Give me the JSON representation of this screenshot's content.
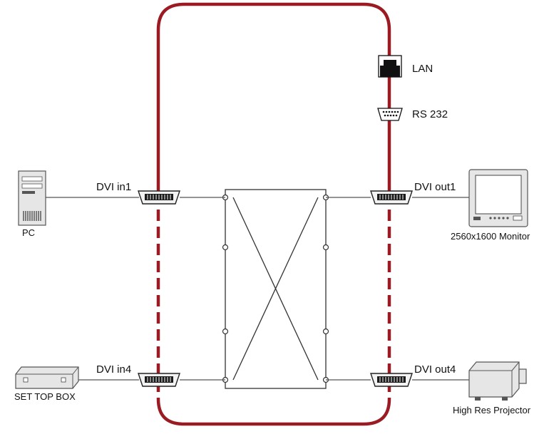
{
  "inputs": {
    "in1": {
      "label": "DVI in1"
    },
    "in4": {
      "label": "DVI in4"
    }
  },
  "outputs": {
    "out1": {
      "label": "DVI out1"
    },
    "out4": {
      "label": "DVI out4"
    }
  },
  "control_ports": {
    "lan": {
      "label": "LAN",
      "icon": "lan-port-icon"
    },
    "rs232": {
      "label": "RS 232",
      "icon": "serial-port-icon"
    }
  },
  "devices": {
    "pc": {
      "label": "PC",
      "icon": "pc-tower-icon"
    },
    "set_top_box": {
      "label": "SET TOP BOX",
      "icon": "set-top-box-icon"
    },
    "monitor": {
      "label": "2560x1600 Monitor",
      "icon": "monitor-icon"
    },
    "projector": {
      "label": "High Res Projector",
      "icon": "projector-icon"
    }
  },
  "colors": {
    "enclosure": "#9b1b22",
    "lines": "#333333",
    "device_fill": "#e6e6e6"
  }
}
